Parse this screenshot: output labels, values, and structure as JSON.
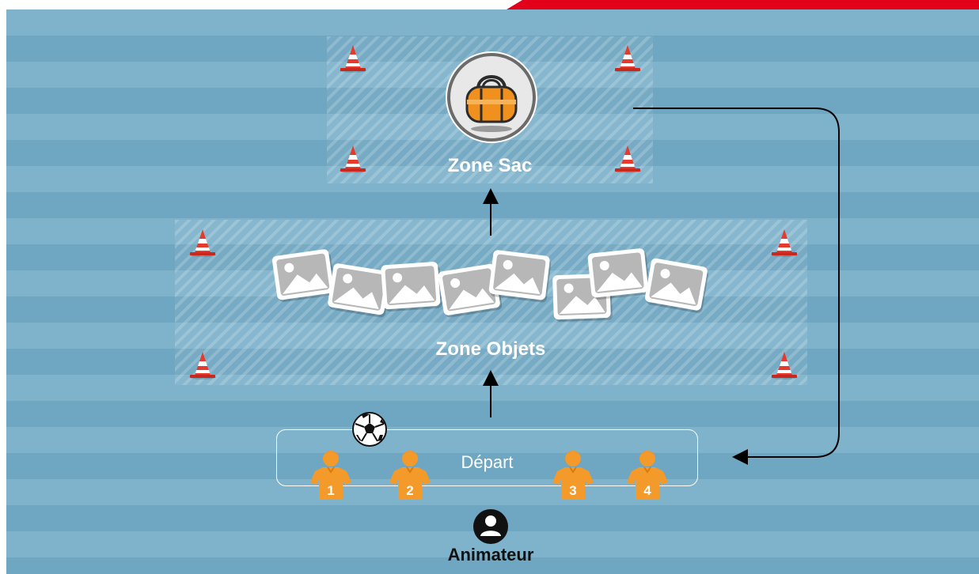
{
  "colors": {
    "field_light": "#7fb3cc",
    "field_dark": "#6fa6c1",
    "accent_red": "#e2001a",
    "player_orange": "#f39a2a",
    "bag_orange": "#f0911f",
    "cone_red": "#e53a2c"
  },
  "zones": {
    "sac_label": "Zone Sac",
    "objets_label": "Zone Objets"
  },
  "depart": {
    "label": "Départ"
  },
  "players": [
    {
      "number": "1"
    },
    {
      "number": "2"
    },
    {
      "number": "3"
    },
    {
      "number": "4"
    }
  ],
  "animateur": {
    "label": "Animateur"
  },
  "icons": {
    "bag": "sports-bag-icon",
    "ball": "soccer-ball-icon",
    "cone": "cone-icon",
    "object": "image-placeholder-icon",
    "person": "person-icon",
    "player": "player-icon"
  }
}
